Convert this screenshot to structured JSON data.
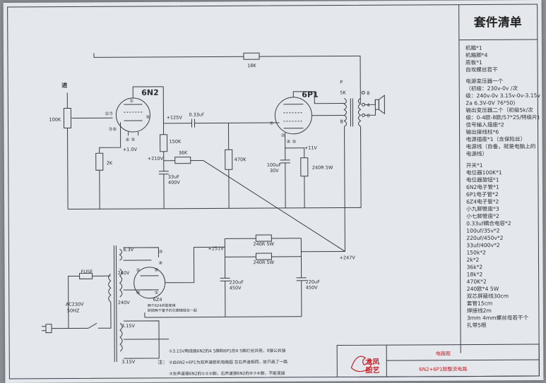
{
  "kit_list": {
    "title": "套件清单",
    "items": [
      "机箱*1",
      "机箱脚*4",
      "底板*1",
      "自攻螺丝若干",
      "",
      "电源变压器一个",
      "（初级：230v-0v /次",
      "级：240v-0v 3.15v-0v-3.15v",
      "2a 6.3V-0V  76*50)",
      "输出变压器二个（初级5k/次",
      "级：0-4欧-8欧/57*25/特级片)",
      "信号输入插座*2",
      "输出接线柱*6",
      "电源插座*1（含保险丝）",
      "电源线（自备，就是电脑上的",
      "电源线）",
      "",
      "开关*1",
      "电位器100K*1",
      "电位器旋钮*1",
      "6N2电子管*1",
      "6P1电子管*2",
      "6Z4电子管*2",
      "小九脚管座*3",
      "小七脚管座*2",
      "0.33uf耦合电容*2",
      "100uf/35v*2",
      "220uf/450v*2",
      "33uf/400v*2",
      "150k*2",
      "2k*2",
      "36k*2",
      "18k*2",
      "470K*2",
      "240欧*4 5W",
      "双芯屏蔽线30cm",
      "套管15cm",
      "焊接线2m",
      "3mm 4mm螺丝母若干个",
      "扎带5根"
    ]
  },
  "labels": {
    "input": "进",
    "pot": "100K",
    "tube1": "6N2",
    "pins1": "②⑦",
    "pin1": "①",
    "pins2": "③⑧",
    "pin9": "⑨",
    "pins45": "④ ⑤",
    "v1": "+1.0V",
    "r2k": "2K",
    "v125": "+125V",
    "c033": "0.33uf",
    "r150": "150K",
    "v210": "+210V",
    "r36": "36K",
    "c33": "33uF",
    "c33v": "400V",
    "r470": "470K",
    "r18": "18K",
    "tube2": "6P1",
    "p2_pin7": "⑦",
    "p2_pin2": "②",
    "p2_pins": "④ ⑤",
    "v11": "+11V",
    "c100": "100uF",
    "c100v": "30V",
    "r240a": "240R 5W",
    "trans_p": "P",
    "trans_k": "5K",
    "trans_b": "B",
    "out8": "8",
    "out4": "4",
    "out0": "0",
    "v63": "6.3V",
    "p3": "③",
    "p4": "④",
    "v240a": "240V",
    "v240b": "240V",
    "p2": "②",
    "p6": "⑥",
    "p8": "⑧",
    "p1": "①",
    "tube3": "6Z4",
    "t3note1": "两个6Z4并联使用",
    "t3note2": "即把两个管子的引脚链接在一起",
    "fuse": "FUSE",
    "ac": "AC230V",
    "hz": "50HZ",
    "v315a": "3.15V",
    "v315b": "3.15V",
    "v251": "+251V",
    "r240b": "240R 5W",
    "r240c": "240R 5W",
    "c220a": "220uF",
    "c220av": "450V",
    "c220b": "220uF",
    "c220bv": "450V",
    "v247": "+247V",
    "note_head": "注：",
    "note1": "①3.15V两绕接6N2的4 5脚和6P1的4 5脚灯丝共用，0接公共接",
    "note2": "②此6N2+6P1为双声道胆机电路图 左右声道相同，故只画了一路",
    "note3": "③左声道接6N2的①②③脚，右声道接6N2的⑥⑦⑧脚，不能混接",
    "brand1": "龙凤",
    "brand2": "胆艺",
    "sheet_title": "电路图",
    "sheet_sub": "6N2+6P1胆整流电路"
  },
  "colors": {
    "ink": "#3a3d45",
    "paper": "#e4e7ec",
    "brand": "#c0262b"
  }
}
